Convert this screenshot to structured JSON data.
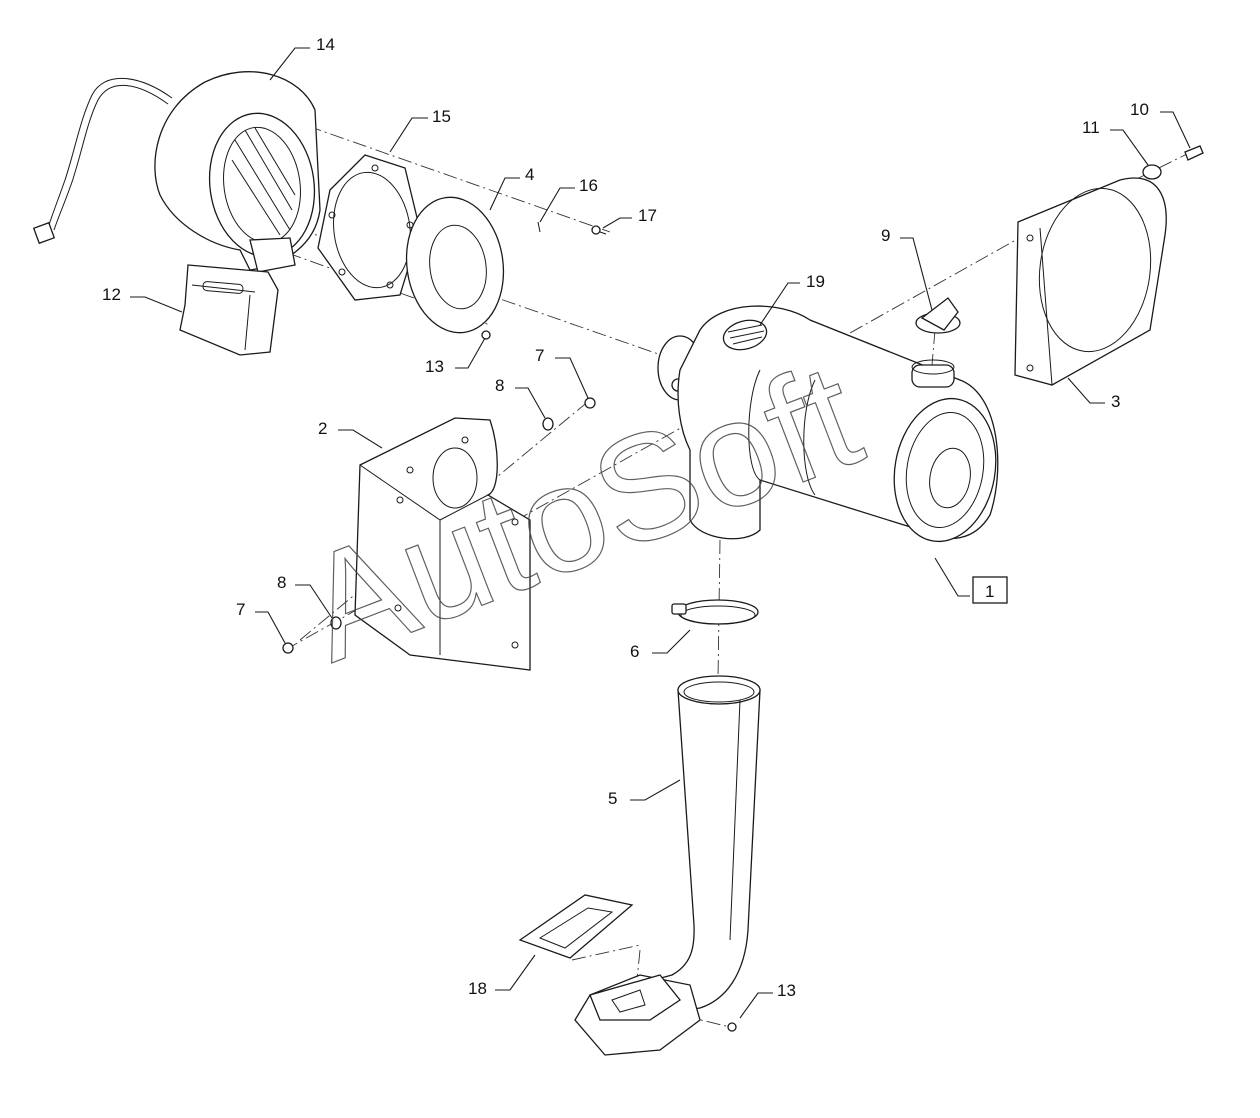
{
  "callouts": {
    "c14": "14",
    "c15": "15",
    "c4": "4",
    "c16": "16",
    "c17": "17",
    "c12": "12",
    "c13a": "13",
    "c19": "19",
    "c9": "9",
    "c11": "11",
    "c10": "10",
    "c3": "3",
    "c7a": "7",
    "c8a": "8",
    "c2": "2",
    "c8b": "8",
    "c7b": "7",
    "c1": "1",
    "c6": "6",
    "c5": "5",
    "c18": "18",
    "c13b": "13"
  },
  "watermark": "AutoSoft"
}
